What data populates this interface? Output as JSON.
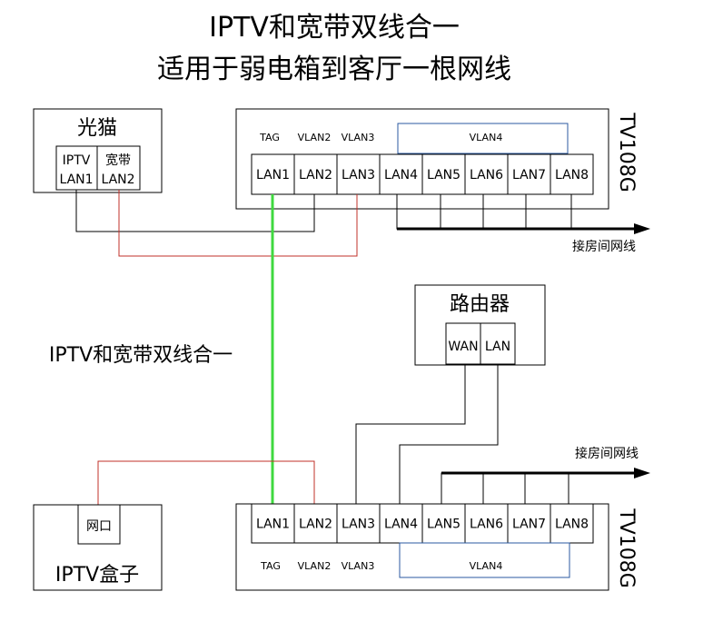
{
  "title": {
    "line1": "IPTV和宽带双线合一",
    "line2": "适用于弱电箱到客厅一根网线"
  },
  "modem": {
    "name": "光猫",
    "port1_line1": "IPTV",
    "port1_line2": "LAN1",
    "port2_line1": "宽带",
    "port2_line2": "LAN2"
  },
  "switch_top": {
    "model": "TV108G",
    "tags": [
      "TAG",
      "VLAN2",
      "VLAN3"
    ],
    "vlan_group": "VLAN4",
    "ports": [
      "LAN1",
      "LAN2",
      "LAN3",
      "LAN4",
      "LAN5",
      "LAN6",
      "LAN7",
      "LAN8"
    ],
    "arrow_label": "接房间网线"
  },
  "switch_bottom": {
    "model": "TV108G",
    "tags": [
      "TAG",
      "VLAN2",
      "VLAN3"
    ],
    "vlan_group": "VLAN4",
    "ports": [
      "LAN1",
      "LAN2",
      "LAN3",
      "LAN4",
      "LAN5",
      "LAN6",
      "LAN7",
      "LAN8"
    ],
    "arrow_label": "接房间网线"
  },
  "router": {
    "name": "路由器",
    "port_wan": "WAN",
    "port_lan": "LAN"
  },
  "side_label": "IPTV和宽带双线合一",
  "stb": {
    "port": "网口",
    "name": "IPTV盒子"
  },
  "colors": {
    "line": "#000000",
    "red_wire": "#c0302a",
    "green_wire": "#3fd93f",
    "vlan_box": "#2b5aa0"
  }
}
